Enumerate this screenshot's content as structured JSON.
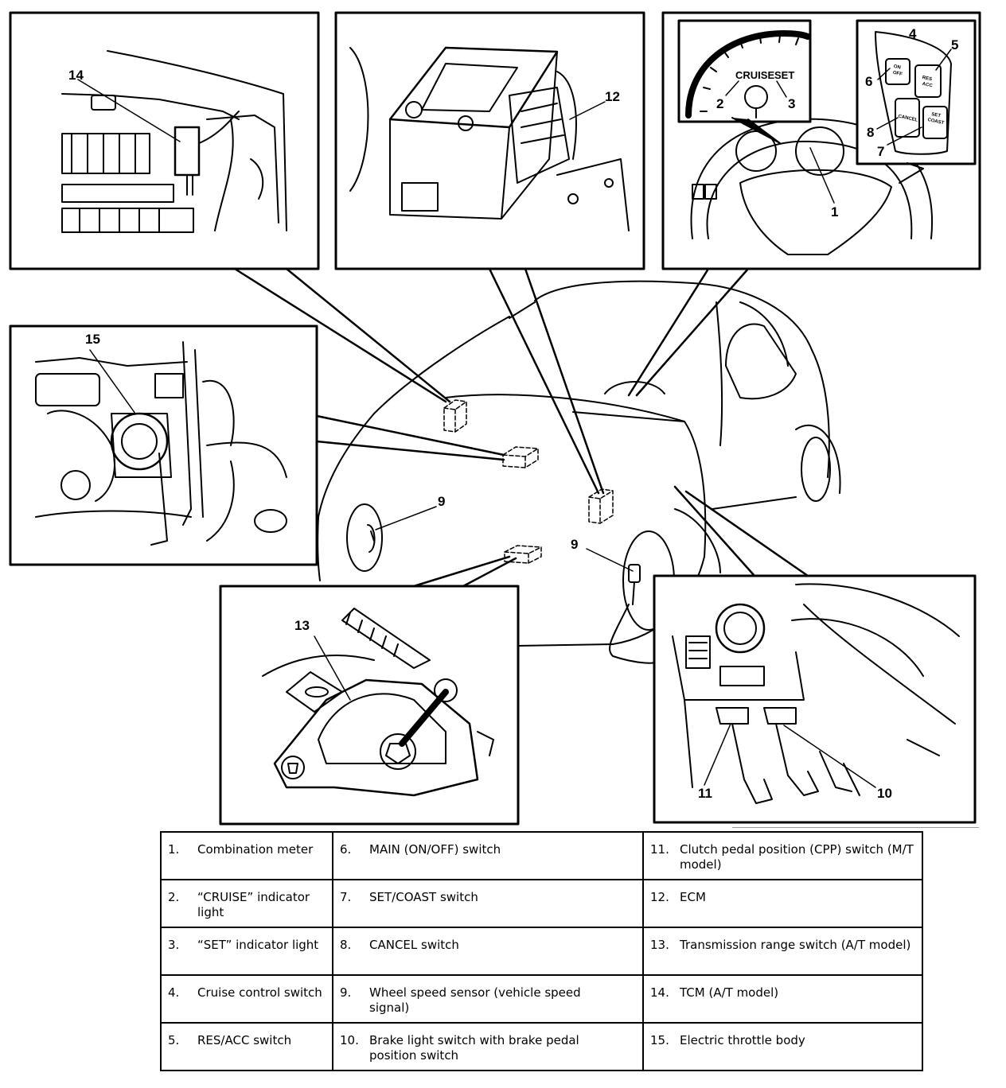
{
  "callouts": {
    "c1": "1",
    "c2": "2",
    "c3": "3",
    "c4": "4",
    "c5": "5",
    "c6": "6",
    "c7": "7",
    "c8": "8",
    "c9a": "9",
    "c9b": "9",
    "c10": "10",
    "c11": "11",
    "c12": "12",
    "c13": "13",
    "c14": "14",
    "c15": "15"
  },
  "meter": {
    "cruise": "CRUISE",
    "set": "SET"
  },
  "switch_panel": {
    "on_off": "ON\nOFF",
    "res_acc": "RES\nACC",
    "cancel": "CANCEL",
    "set_coast": "SET\nCOAST"
  },
  "legend": [
    [
      {
        "num": "1.",
        "text": "Combination meter"
      },
      {
        "num": "6.",
        "text": "MAIN (ON/OFF) switch"
      },
      {
        "num": "11.",
        "text": "Clutch pedal position (CPP) switch (M/T model)"
      }
    ],
    [
      {
        "num": "2.",
        "text": "“CRUISE” indicator light"
      },
      {
        "num": "7.",
        "text": "SET/COAST switch"
      },
      {
        "num": "12.",
        "text": "ECM"
      }
    ],
    [
      {
        "num": "3.",
        "text": "“SET” indicator light"
      },
      {
        "num": "8.",
        "text": "CANCEL switch"
      },
      {
        "num": "13.",
        "text": "Transmission range switch (A/T model)"
      }
    ],
    [
      {
        "num": "4.",
        "text": "Cruise control switch"
      },
      {
        "num": "9.",
        "text": "Wheel speed sensor (vehicle speed signal)"
      },
      {
        "num": "14.",
        "text": "TCM (A/T model)"
      }
    ],
    [
      {
        "num": "5.",
        "text": "RES/ACC switch"
      },
      {
        "num": "10.",
        "text": "Brake light switch with brake pedal position switch"
      },
      {
        "num": "15.",
        "text": "Electric throttle body"
      }
    ]
  ]
}
